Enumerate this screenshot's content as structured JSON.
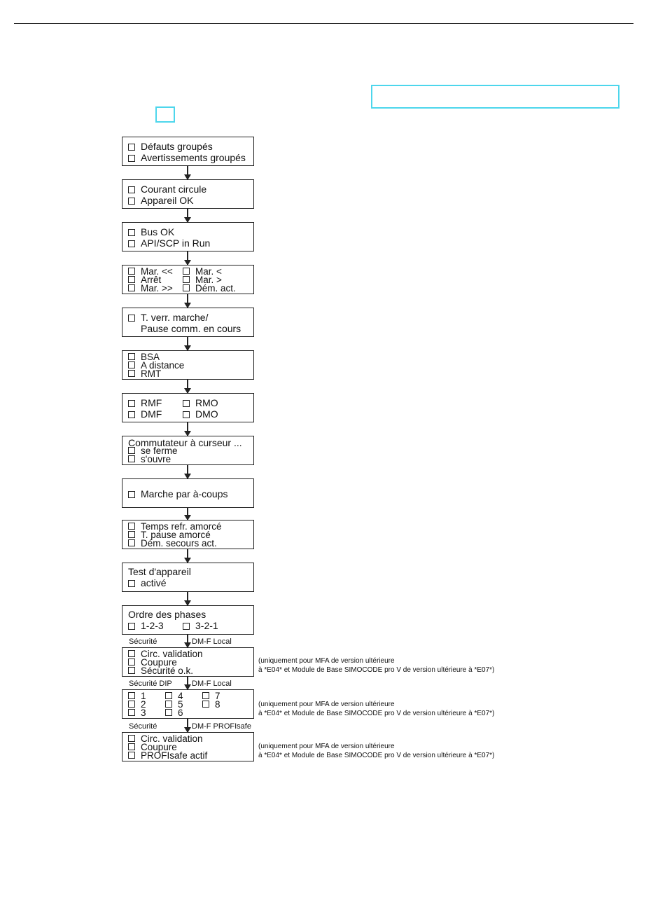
{
  "boxes": {
    "b1": [
      "Défauts groupés",
      "Avertissements groupés"
    ],
    "b2": [
      "Courant circule",
      "Appareil OK"
    ],
    "b3": [
      "Bus OK",
      "API/SCP in Run"
    ],
    "b4": {
      "left": [
        "Mar. <<",
        "Arrêt",
        "Mar. >>"
      ],
      "right": [
        "Mar. <",
        "Mar. >",
        "Dém. act."
      ]
    },
    "b5": {
      "line1": "T. verr. marche/",
      "line2": "Pause comm. en cours"
    },
    "b6": [
      "BSA",
      "A distance",
      "RMT"
    ],
    "b7": {
      "left": [
        "RMF",
        "DMF"
      ],
      "right": [
        "RMO",
        "DMO"
      ]
    },
    "b8": {
      "title": "Commutateur à curseur ...",
      "items": [
        "se ferme",
        "s'ouvre"
      ]
    },
    "b9": [
      "Marche par à-coups"
    ],
    "b10": [
      "Temps refr. amorcé",
      "T. pause amorcé",
      "Dém. secours act."
    ],
    "b11": {
      "title": "Test d'appareil",
      "items": [
        "activé"
      ]
    },
    "b12": {
      "title": "Ordre des phases",
      "left": "1-2-3",
      "right": "3-2-1"
    },
    "b13": [
      "Circ. validation",
      "Coupure",
      "Sécurité o.k."
    ],
    "b14": {
      "col1": [
        "1",
        "2",
        "3"
      ],
      "col2": [
        "4",
        "5",
        "6"
      ],
      "col3": [
        "7",
        "8"
      ]
    },
    "b15": [
      "Circ. validation",
      "Coupure",
      "PROFIsafe actif"
    ]
  },
  "labels": {
    "l13_left": "Sécurité",
    "l13_right": "DM-F Local",
    "l14_left": "Sécurité DIP",
    "l14_right": "DM-F Local",
    "l15_left": "Sécurité",
    "l15_right": "DM-F PROFIsafe"
  },
  "notes": {
    "line1": "(uniquement pour MFA de version ultérieure",
    "line2": "à *E04* et Module de Base SIMOCODE pro V de version ultérieure à *E07*)"
  },
  "colors": {
    "highlight": "#4dd6ec",
    "line": "#222222"
  }
}
